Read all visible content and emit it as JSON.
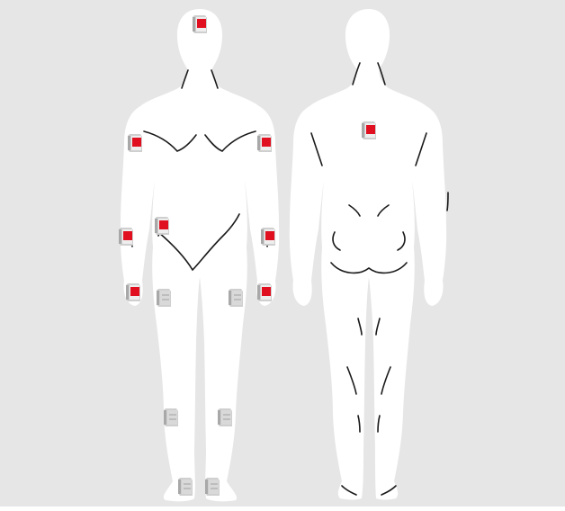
{
  "figure": {
    "views": [
      {
        "name": "front-view"
      },
      {
        "name": "back-view"
      }
    ],
    "colors": {
      "background": "#e6e6e6",
      "body": "#ffffff",
      "outline": "#1a1a1a",
      "sensor_active": "#e01020",
      "sensor_idle": "#cfcfcf"
    },
    "sensors": [
      {
        "id": "forehead",
        "view": "front",
        "active": true
      },
      {
        "id": "upper-arm-right",
        "view": "front",
        "active": true
      },
      {
        "id": "upper-arm-left",
        "view": "front",
        "active": true
      },
      {
        "id": "forearm-right",
        "view": "front",
        "active": true
      },
      {
        "id": "forearm-left",
        "view": "front",
        "active": true
      },
      {
        "id": "abdomen-right",
        "view": "front",
        "active": true
      },
      {
        "id": "wrist-right",
        "view": "front",
        "active": true
      },
      {
        "id": "wrist-left",
        "view": "front",
        "active": true
      },
      {
        "id": "thigh-right",
        "view": "front",
        "active": false
      },
      {
        "id": "thigh-left",
        "view": "front",
        "active": false
      },
      {
        "id": "shin-right",
        "view": "front",
        "active": false
      },
      {
        "id": "shin-left",
        "view": "front",
        "active": false
      },
      {
        "id": "foot-right",
        "view": "front",
        "active": false
      },
      {
        "id": "foot-left",
        "view": "front",
        "active": false
      },
      {
        "id": "upper-back",
        "view": "back",
        "active": true
      }
    ]
  }
}
